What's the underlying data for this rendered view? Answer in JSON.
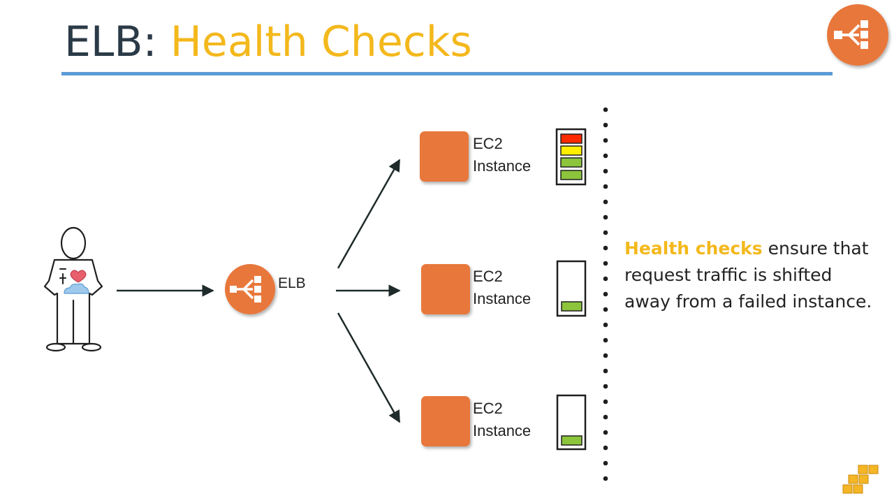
{
  "slide": {
    "title_prefix": "ELB: ",
    "title_highlight": "Health Checks"
  },
  "diagram": {
    "user": {
      "icon": "user-i-love-cloud-icon",
      "shirt_text": "I"
    },
    "elb": {
      "label": "ELB",
      "icon": "elastic-load-balancer-icon"
    },
    "instances": [
      {
        "line1": "EC2",
        "line2": "Instance",
        "health": "healthy",
        "health_icon": "health-meter-icon"
      },
      {
        "line1": "EC2",
        "line2": "Instance",
        "health": "low",
        "health_icon": "health-meter-icon"
      },
      {
        "line1": "EC2",
        "line2": "Instance",
        "health": "low",
        "health_icon": "health-meter-icon"
      }
    ]
  },
  "description": {
    "highlight": "Health checks",
    "rest": " ensure that request traffic is shifted away from a failed instance."
  },
  "colors": {
    "title_dark": "#2b3a47",
    "accent_yellow": "#f3b81c",
    "rule_blue": "#5b9bd5",
    "aws_orange": "#e8773a",
    "meter_red": "#ff2a00",
    "meter_yellow": "#ffee00",
    "meter_green": "#8cc43c"
  },
  "branding": {
    "logo_icon": "aws-cubes-logo-icon",
    "corner_icon": "elb-corner-icon"
  }
}
